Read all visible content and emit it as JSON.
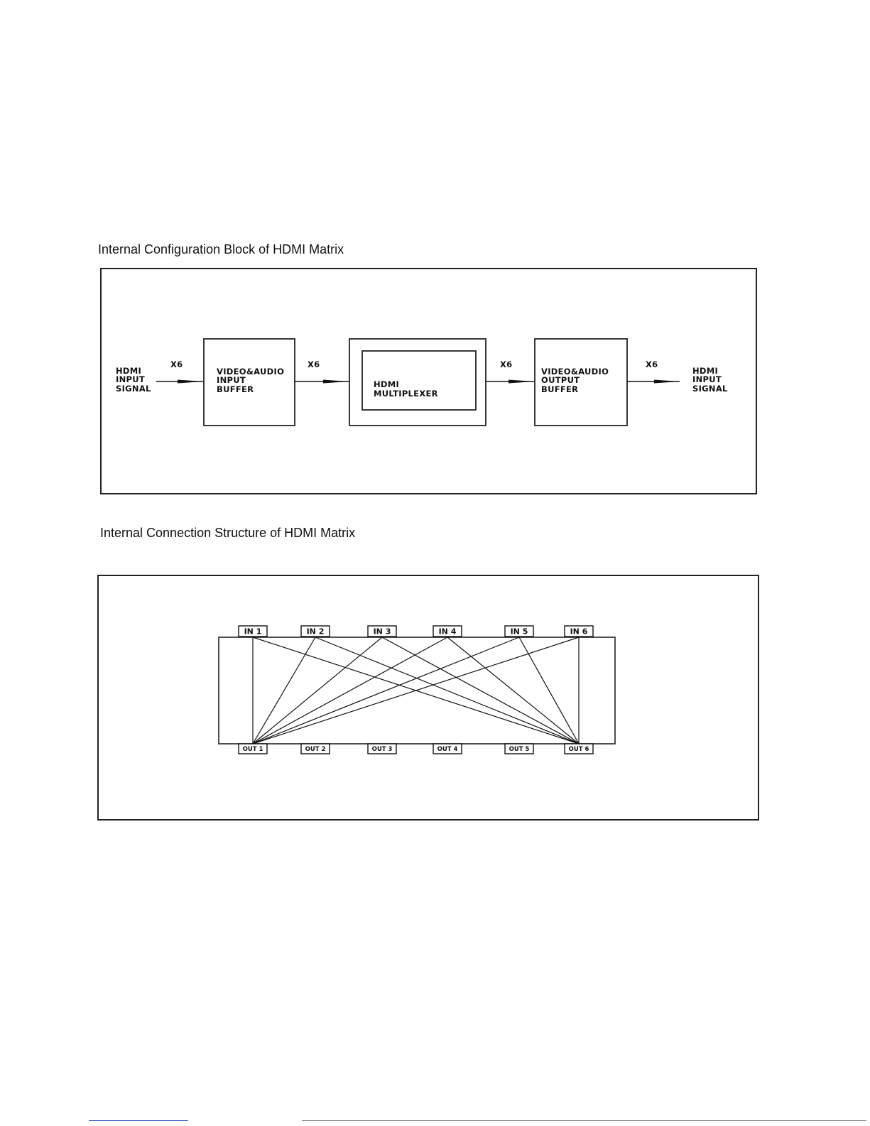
{
  "section1": {
    "title": "Internal Configuration Block of HDMI Matrix",
    "input_signal": [
      "HDMI",
      "INPUT",
      "SIGNAL"
    ],
    "arrow_labels": [
      "X6",
      "X6",
      "X6",
      "X6"
    ],
    "input_buffer": [
      "VIDEO&AUDIO",
      "INPUT",
      "BUFFER"
    ],
    "multiplexer": [
      "HDMI",
      "MULTIPLEXER"
    ],
    "output_buffer": [
      "VIDEO&AUDIO",
      "OUTPUT",
      "BUFFER"
    ],
    "output_signal": [
      "HDMI",
      "INPUT",
      "SIGNAL"
    ]
  },
  "section2": {
    "title": "Internal Connection Structure of HDMI Matrix",
    "inputs": [
      "IN 1",
      "IN 2",
      "IN 3",
      "IN 4",
      "IN 5",
      "IN 6"
    ],
    "outputs": [
      "OUT 1",
      "OUT 2",
      "OUT 3",
      "OUT 4",
      "OUT 5",
      "OUT 6"
    ]
  }
}
